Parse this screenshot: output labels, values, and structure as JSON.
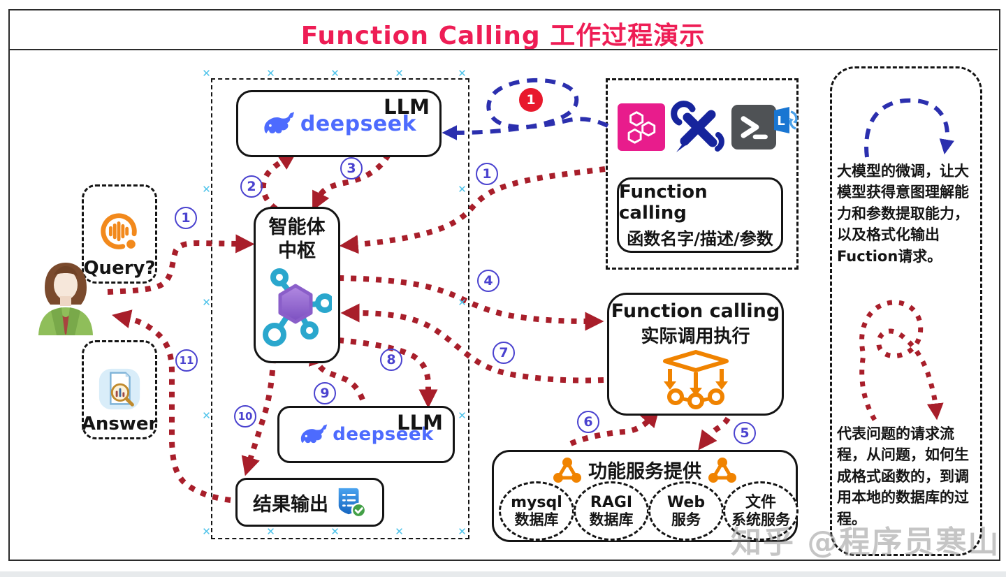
{
  "title": "Function Calling 工作过程演示",
  "watermark": "知乎 @程序员寒山",
  "glyphs": {
    "xmark": "✕"
  },
  "user": {
    "query_label": "Query?",
    "answer_label": "Answer"
  },
  "llm_top": {
    "brand": "deepseek",
    "label": "LLM"
  },
  "llm_bottom": {
    "brand": "deepseek",
    "label": "LLM"
  },
  "agent_hub": {
    "line1": "智能体",
    "line2": "中枢"
  },
  "result_output": {
    "label": "结果输出"
  },
  "fc_definition": {
    "line1": "Function calling",
    "line2": "函数名字/描述/参数"
  },
  "fc_execution": {
    "line1": "Function calling",
    "line2": "实际调用执行"
  },
  "services": {
    "title": "功能服务提供",
    "items": [
      {
        "line1": "mysql",
        "line2": "数据库"
      },
      {
        "line1": "RAGI",
        "line2": "数据库"
      },
      {
        "line1": "Web",
        "line2": "服务"
      },
      {
        "line1": "文件",
        "line2": "系统服务"
      }
    ]
  },
  "notes": {
    "finetune": "大模型的微调，让大模型获得意图理解能力和参数提取能力，以及格式化输出Fuction请求。",
    "flow": "代表问题的请求流程，从问题，如何生成格式函数的，到调用本地的数据库的过程。"
  },
  "steps": [
    {
      "n": "1"
    },
    {
      "n": "2"
    },
    {
      "n": "3"
    },
    {
      "n": "1"
    },
    {
      "n": "1"
    },
    {
      "n": "4"
    },
    {
      "n": "7"
    },
    {
      "n": "8"
    },
    {
      "n": "9"
    },
    {
      "n": "10"
    },
    {
      "n": "11"
    },
    {
      "n": "5"
    },
    {
      "n": "6"
    }
  ],
  "icons": {
    "lang_letter": "L",
    "query": "voice-wave-icon",
    "answer": "document-magnifier-icon",
    "hub": "molecule-icon",
    "modules": "hexagon-modules-icon",
    "tools": "wrench-screwdriver-icon",
    "terminal": "powershell-terminal-icon",
    "language": "language-sync-icon",
    "dispatch": "dispatch-cube-icon",
    "network": "network-nodes-icon",
    "output": "checklist-check-icon",
    "avatar": "female-user-avatar"
  },
  "colors": {
    "accent_red": "#a81e2a",
    "accent_blue": "#2b2fae",
    "badge_blue": "#4a42cf",
    "title_pink": "#ee1d55",
    "deepseek_blue": "#4d6bfe",
    "orange": "#f08300",
    "pink": "#e81c8c",
    "navy": "#16249c",
    "cyan_mark": "#4fc3ea"
  }
}
